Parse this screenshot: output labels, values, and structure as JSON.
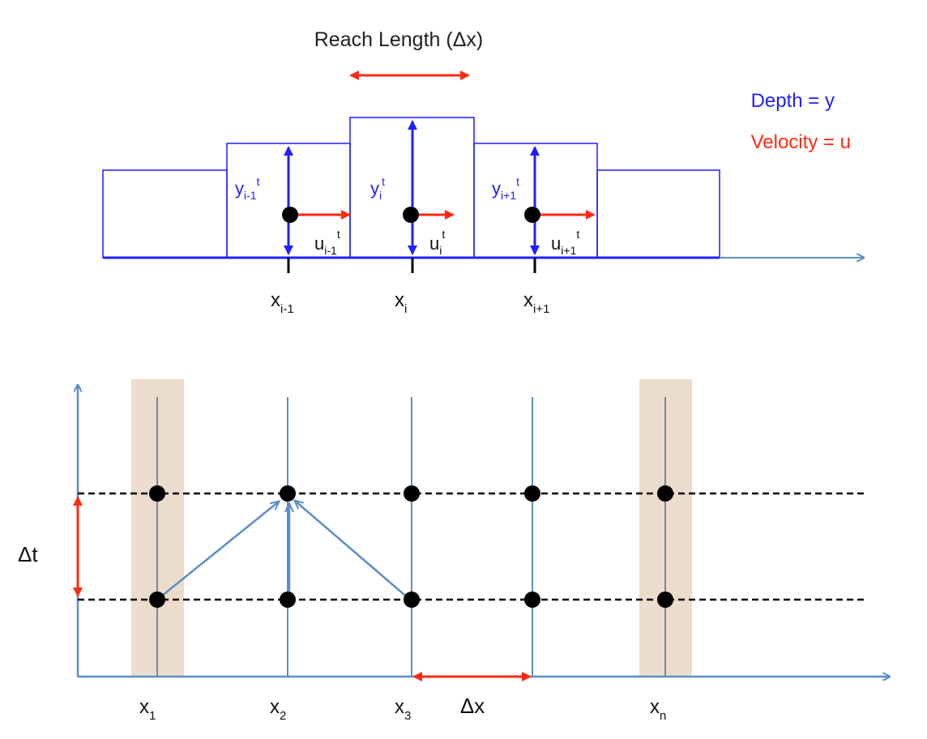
{
  "top": {
    "title": "Reach Length (Δx)",
    "legend": {
      "depth": "Depth = y",
      "velocity": "Velocity = u",
      "depth_color": "#1f1fff",
      "velocity_color": "#ff2a12"
    },
    "nodes": [
      {
        "depth_base": "y",
        "depth_sub": "i-1",
        "depth_sup": "t",
        "vel_base": "u",
        "vel_sub": "i-1",
        "vel_sup": "t",
        "x_base": "x",
        "x_sub": "i-1"
      },
      {
        "depth_base": "y",
        "depth_sub": "i",
        "depth_sup": "t",
        "vel_base": "u",
        "vel_sub": "i",
        "vel_sup": "t",
        "x_base": "x",
        "x_sub": "i"
      },
      {
        "depth_base": "y",
        "depth_sub": "i+1",
        "depth_sup": "t",
        "vel_base": "u",
        "vel_sub": "i+1",
        "vel_sup": "t",
        "x_base": "x",
        "x_sub": "i+1"
      }
    ]
  },
  "bottom": {
    "dt_label": "Δt",
    "dx_label": "Δx",
    "x_labels": [
      {
        "base": "x",
        "sub": "1"
      },
      {
        "base": "x",
        "sub": "2"
      },
      {
        "base": "x",
        "sub": "3"
      },
      {
        "base": "x",
        "sub": "n"
      }
    ],
    "colors": {
      "axis": "#5b8ec7",
      "highlight": "#ecdccc",
      "accent": "#ff2a12",
      "node": "#000000"
    }
  }
}
